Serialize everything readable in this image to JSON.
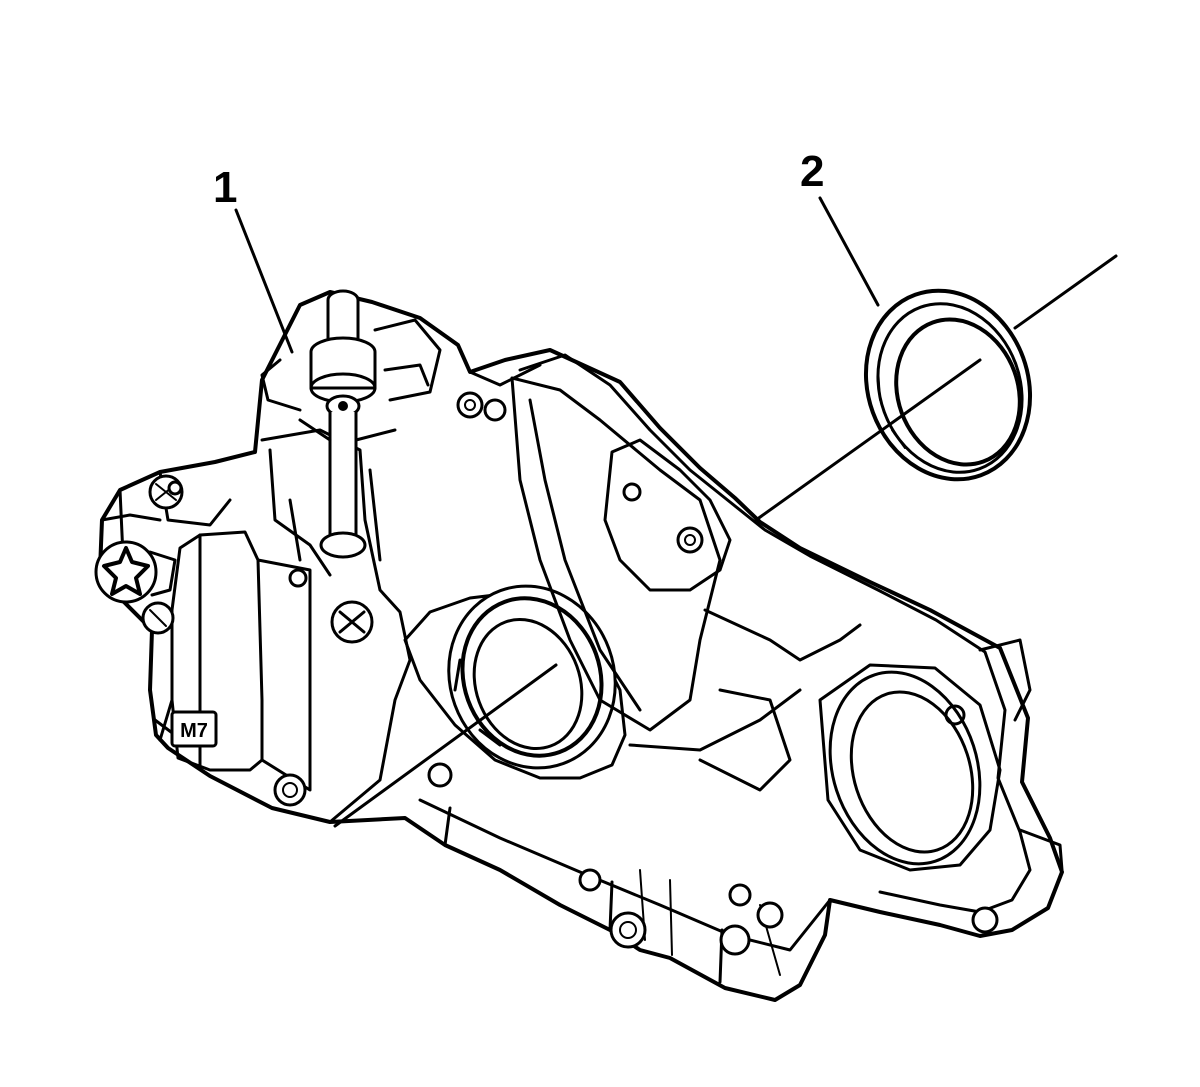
{
  "callouts": [
    {
      "id": "1",
      "text": "1"
    },
    {
      "id": "2",
      "text": "2"
    }
  ],
  "part_marking": "M7",
  "colors": {
    "line": "#000000",
    "background": "#ffffff"
  }
}
